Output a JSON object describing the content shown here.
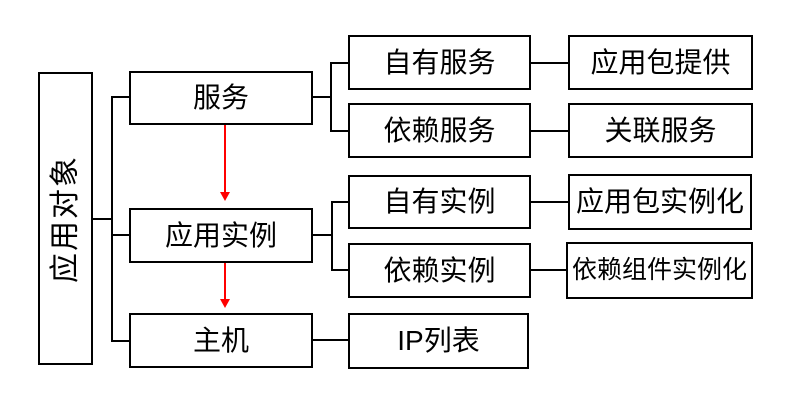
{
  "nodes": {
    "application_object": "应用对象",
    "service": "服务",
    "app_instance": "应用实例",
    "host": "主机",
    "own_service": "自有服务",
    "dep_service": "依赖服务",
    "own_instance": "自有实例",
    "dep_instance": "依赖实例",
    "ip_list": "IP列表",
    "app_pkg_provide": "应用包提供",
    "related_service": "关联服务",
    "app_pkg_instantiate": "应用包实例化",
    "dep_comp_instantiate": "依赖组件实例化"
  },
  "edges": [
    {
      "from": "application_object",
      "to": "service",
      "style": "line"
    },
    {
      "from": "application_object",
      "to": "app_instance",
      "style": "line"
    },
    {
      "from": "application_object",
      "to": "host",
      "style": "line"
    },
    {
      "from": "service",
      "to": "own_service",
      "style": "line"
    },
    {
      "from": "service",
      "to": "dep_service",
      "style": "line"
    },
    {
      "from": "own_service",
      "to": "app_pkg_provide",
      "style": "line"
    },
    {
      "from": "dep_service",
      "to": "related_service",
      "style": "line"
    },
    {
      "from": "app_instance",
      "to": "own_instance",
      "style": "line"
    },
    {
      "from": "app_instance",
      "to": "dep_instance",
      "style": "line"
    },
    {
      "from": "own_instance",
      "to": "app_pkg_instantiate",
      "style": "line"
    },
    {
      "from": "dep_instance",
      "to": "dep_comp_instantiate",
      "style": "line"
    },
    {
      "from": "host",
      "to": "ip_list",
      "style": "line"
    },
    {
      "from": "service",
      "to": "app_instance",
      "style": "red-arrow"
    },
    {
      "from": "app_instance",
      "to": "host",
      "style": "red-arrow"
    }
  ],
  "colors": {
    "border": "#000000",
    "text": "#000000",
    "arrow": "#ff0000",
    "background": "#ffffff"
  }
}
